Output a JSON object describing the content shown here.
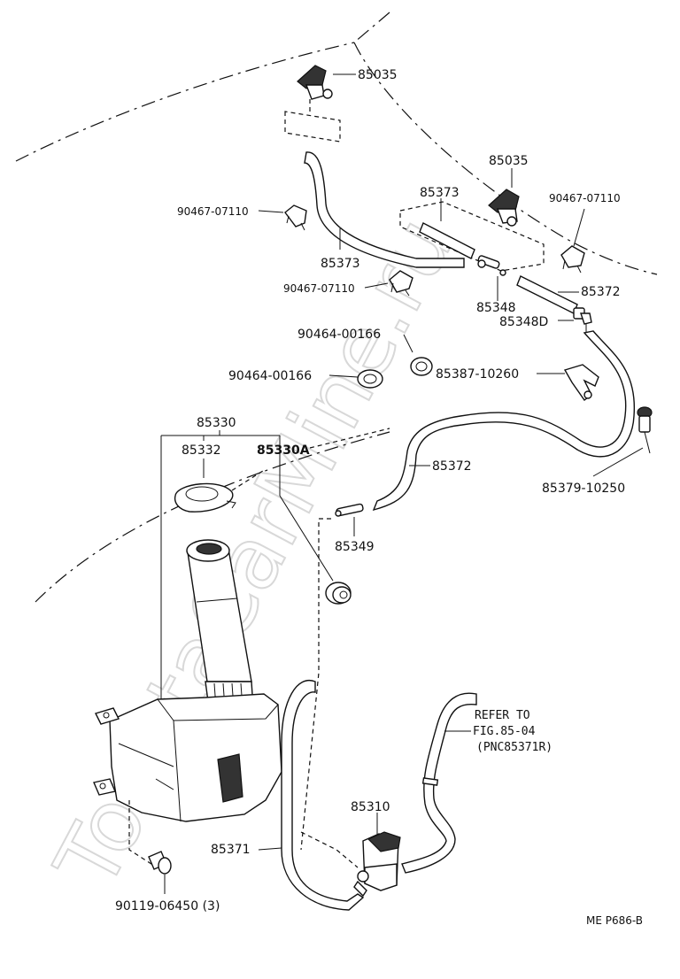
{
  "watermark": "ToyotaCarMine.ru",
  "figure_code": "ME P686-B",
  "labels": {
    "nozzle_top": "85035",
    "nozzle_right": "85035",
    "clip_left": "90467-07110",
    "clip_right": "90467-07110",
    "clip_mid": "90467-07110",
    "hose_short": "85373",
    "hose_left": "85373",
    "connector": "85348",
    "connector_d": "85348D",
    "hose_right_top": "85372",
    "clamp_upper": "90464-00166",
    "clamp_left": "90464-00166",
    "bracket": "85387-10260",
    "tank_assy": "85330",
    "cap": "85332",
    "tank_a": "85330A",
    "hose_mid": "85372",
    "valve": "85379-10250",
    "check_valve": "85349",
    "pump": "85310",
    "hose_bottom": "85371",
    "bolt": "90119-06450 (3)",
    "refer_1": "REFER TO",
    "refer_2": "FIG.85-04",
    "refer_3": "(PNC85371R)"
  }
}
